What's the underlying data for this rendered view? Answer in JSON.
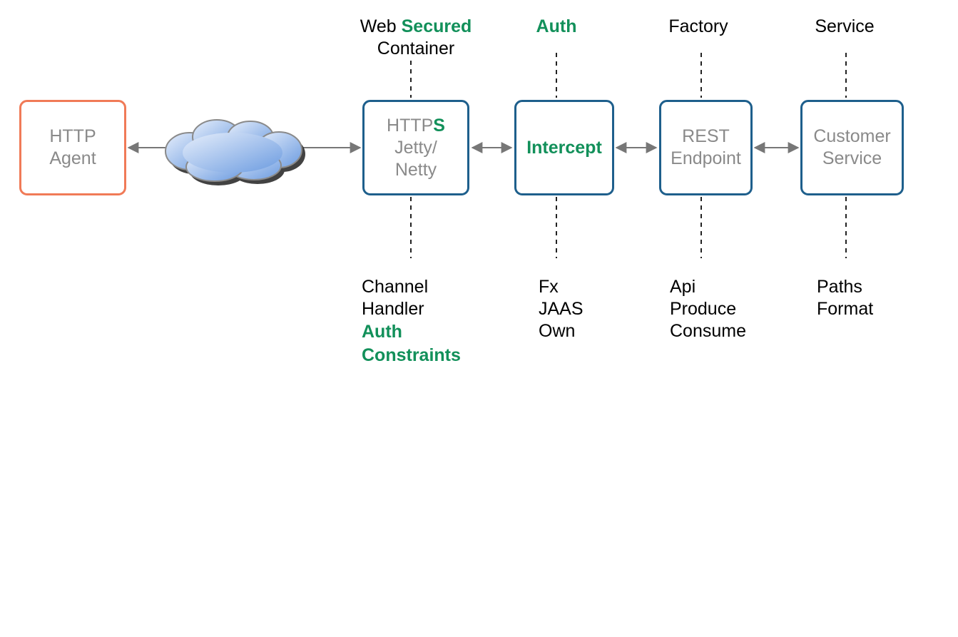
{
  "nodes": {
    "agent": {
      "line1": "HTTP",
      "line2": "Agent"
    },
    "https": {
      "line1_plain": "HTTP",
      "line1_bold": "S",
      "line2": "Jetty/",
      "line3": "Netty"
    },
    "intercept": {
      "line1": "Intercept"
    },
    "rest": {
      "line1": "REST",
      "line2": "Endpoint"
    },
    "customer": {
      "line1": "Customer",
      "line2": "Service"
    }
  },
  "top_labels": {
    "web_container": {
      "part1": "Web",
      "part2": "Secured",
      "part3": "Container"
    },
    "auth": "Auth",
    "factory": "Factory",
    "service": "Service"
  },
  "bottom_labels": {
    "https": [
      "Channel",
      "Handler"
    ],
    "https_bold": [
      "Auth",
      "Constraints"
    ],
    "intercept": [
      "Fx",
      "JAAS",
      "Own"
    ],
    "rest": [
      "Api",
      "Produce",
      "Consume"
    ],
    "customer": [
      "Paths",
      "Format"
    ]
  },
  "colors": {
    "box_border": "#1e5f8c",
    "agent_border": "#f07a57",
    "accent_green": "#12905a",
    "box_text": "#8a8a8a",
    "cloud_fill": "#a9c4ee"
  },
  "icons": {
    "network": "cloud-icon"
  }
}
